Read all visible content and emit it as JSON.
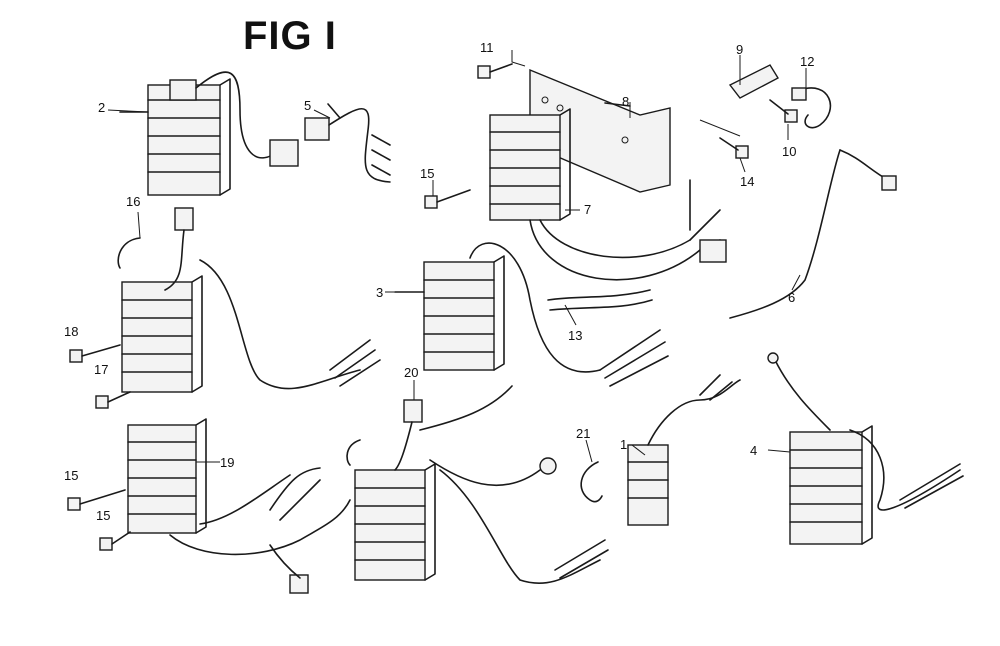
{
  "figure": {
    "title": "FIG I",
    "callouts": [
      "1",
      "2",
      "3",
      "4",
      "5",
      "6",
      "7",
      "8",
      "9",
      "10",
      "11",
      "12",
      "13",
      "14",
      "15",
      "15",
      "15",
      "16",
      "17",
      "18",
      "19",
      "20",
      "21"
    ]
  }
}
